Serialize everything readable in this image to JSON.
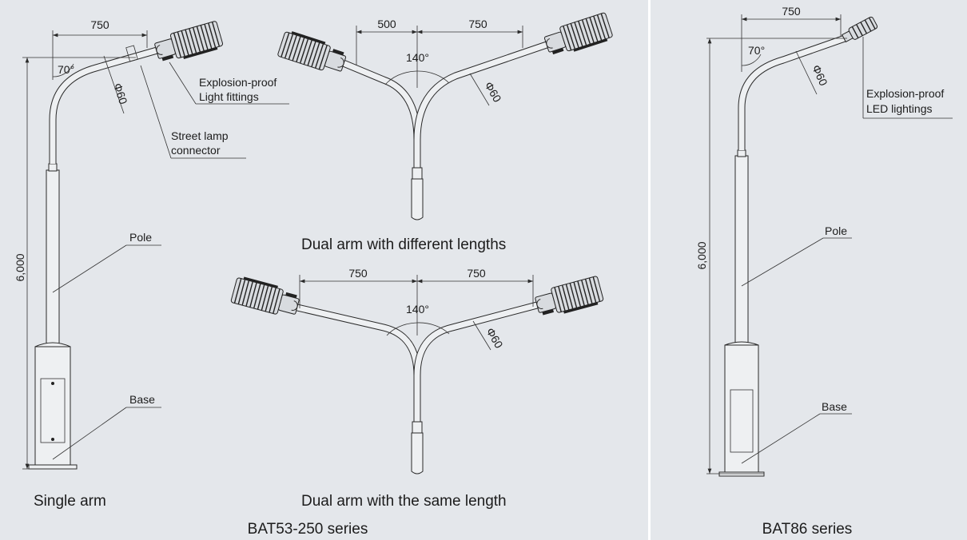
{
  "colors": {
    "background": "#e4e7eb",
    "lines": "#2a2a2a",
    "divider": "#ffffff"
  },
  "single_arm": {
    "caption": "Single arm",
    "dim_arm": "750",
    "dim_height": "6,000",
    "angle": "70°",
    "diameter": "Φ60",
    "label_fittings_line1": "Explosion-proof",
    "label_fittings_line2": "Light fittings",
    "label_connector_line1": "Street lamp",
    "label_connector_line2": "connector",
    "label_pole": "Pole",
    "label_base": "Base"
  },
  "dual_diff": {
    "caption": "Dual arm with different lengths",
    "dim_left": "500",
    "dim_right": "750",
    "angle": "140°",
    "diameter": "Φ60"
  },
  "dual_same": {
    "caption": "Dual arm with the same length",
    "dim_left": "750",
    "dim_right": "750",
    "angle": "140°",
    "diameter": "Φ60"
  },
  "bat86": {
    "dim_arm": "750",
    "dim_height": "6,000",
    "angle": "70°",
    "diameter": "Φ60",
    "label_led_line1": "Explosion-proof",
    "label_led_line2": "LED lightings",
    "label_pole": "Pole",
    "label_base": "Base"
  },
  "series_left": "BAT53-250 series",
  "series_right": "BAT86 series"
}
